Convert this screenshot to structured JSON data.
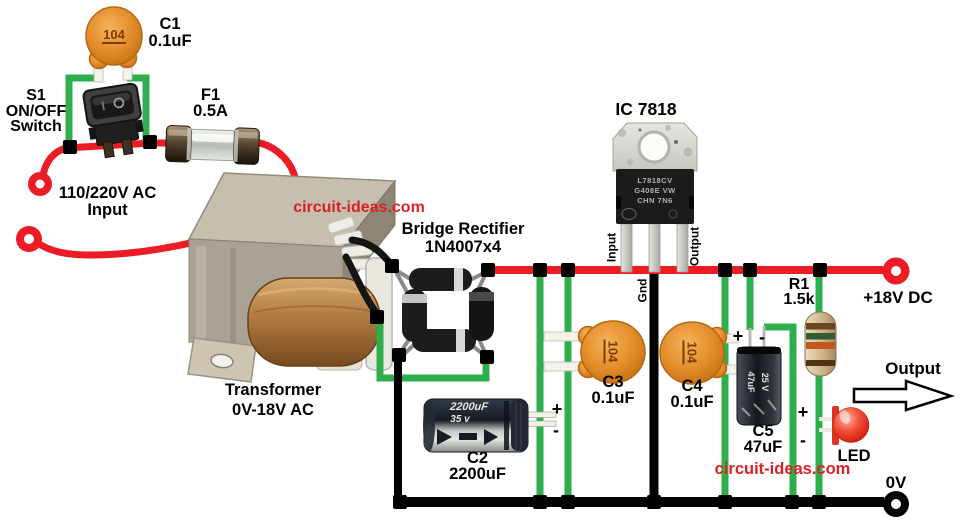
{
  "colors": {
    "wire_red": "#ec1c24",
    "wire_green": "#2fae4c",
    "wire_black": "#000000",
    "watermark_red": "#da2128",
    "label_black": "#000000"
  },
  "watermark": {
    "text": "circuit-ideas.com"
  },
  "signs": {
    "plus": "+",
    "minus": "-"
  },
  "ac_input": {
    "label_line1": "110/220V AC",
    "label_line2": "Input"
  },
  "switch_s1": {
    "ref": "S1",
    "line2": "ON/OFF",
    "line3": "Switch"
  },
  "fuse_f1": {
    "ref": "F1",
    "value": "0.5A"
  },
  "cap_c1": {
    "ref": "C1",
    "value": "0.1uF",
    "marking": "104"
  },
  "transformer": {
    "label_line1": "Transformer",
    "label_line2": "0V-18V AC"
  },
  "bridge": {
    "label_line1": "Bridge Rectifier",
    "label_line2": "1N4007x4"
  },
  "regulator_ic": {
    "label": "IC 7818",
    "pin_input": "Input",
    "pin_gnd": "Gnd",
    "pin_output": "Output",
    "body_line1": "L7818CV",
    "body_line2": "G408E VW",
    "body_line3": "CHN 7N6"
  },
  "cap_c2": {
    "ref": "C2",
    "value": "2200uF",
    "body_line1": "2200uF",
    "body_line2": "35 v"
  },
  "cap_c3": {
    "ref": "C3",
    "value": "0.1uF",
    "marking": "104"
  },
  "cap_c4": {
    "ref": "C4",
    "value": "0.1uF",
    "marking": "104"
  },
  "cap_c5": {
    "ref": "C5",
    "value": "47uF",
    "body_line1": "47uF",
    "body_line2": "25 V"
  },
  "resistor_r1": {
    "ref": "R1",
    "value": "1.5k"
  },
  "led": {
    "label": "LED"
  },
  "output": {
    "positive": "+18V DC",
    "arrow_label": "Output",
    "ground": "0V"
  }
}
